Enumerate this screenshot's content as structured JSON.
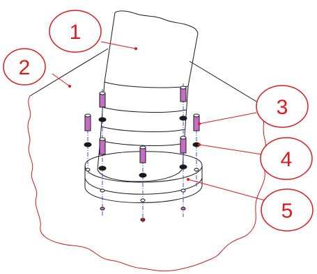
{
  "colors": {
    "callout": "#e0191b",
    "outline": "#1a1a1a",
    "axis": "#3a4fd0",
    "bolt_head": "#c66ec6",
    "boundary": "#d01a1a"
  },
  "callouts": [
    {
      "id": "1",
      "label": "1"
    },
    {
      "id": "2",
      "label": "2"
    },
    {
      "id": "3",
      "label": "3"
    },
    {
      "id": "4",
      "label": "4"
    },
    {
      "id": "5",
      "label": "5"
    }
  ]
}
